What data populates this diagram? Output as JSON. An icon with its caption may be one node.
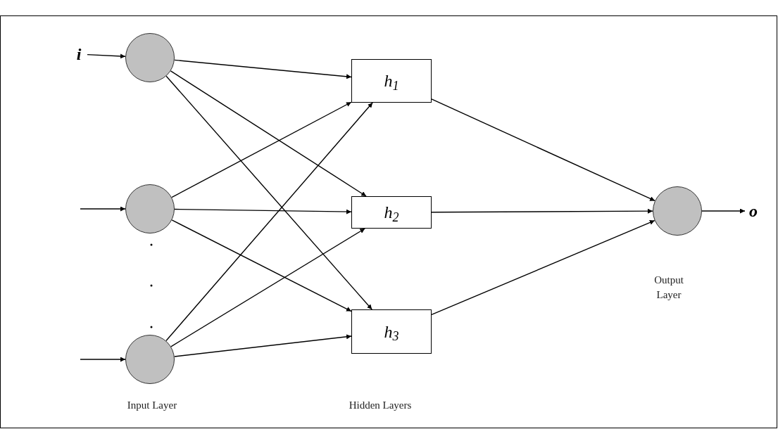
{
  "diagram": {
    "nodes": [
      {
        "text": [
          "i"
        ]
      },
      {
        "text": [],
        "shape": "circle"
      },
      {
        "text": [],
        "shape": "circle"
      },
      {
        "text": [],
        "shape": "circle"
      },
      {
        "text": [
          "h$_{1}$"
        ]
      },
      {
        "text": [
          "h$_{2}$"
        ]
      },
      {
        "text": [
          "h$_{3}$"
        ]
      },
      {
        "text": [],
        "shape": "circle"
      },
      {
        "text": [
          "o"
        ]
      }
    ],
    "edges": [
      {
        "from": 0,
        "to": 1,
        "arrow": "to"
      },
      {
        "from": null,
        "to": 2,
        "arrow": "to"
      },
      {
        "from": null,
        "to": 3,
        "arrow": "to"
      },
      {
        "from": 1,
        "to": 4,
        "arrow": "to"
      },
      {
        "from": 1,
        "to": 5,
        "arrow": "to"
      },
      {
        "from": 1,
        "to": 6,
        "arrow": "to"
      },
      {
        "from": 2,
        "to": 4,
        "arrow": "to"
      },
      {
        "from": 2,
        "to": 5,
        "arrow": "to"
      },
      {
        "from": 2,
        "to": 6,
        "arrow": "to"
      },
      {
        "from": 3,
        "to": 4,
        "arrow": "to"
      },
      {
        "from": 3,
        "to": 5,
        "arrow": "to"
      },
      {
        "from": 3,
        "to": 6,
        "arrow": "to"
      },
      {
        "from": 4,
        "to": 7,
        "arrow": "to"
      },
      {
        "from": 5,
        "to": 7,
        "arrow": "to"
      },
      {
        "from": 6,
        "to": 7,
        "arrow": "to"
      },
      {
        "from": 7,
        "to": 8,
        "arrow": "to"
      }
    ],
    "labels": [
      "Input Layer",
      "Hidden Layers",
      "Output Layer"
    ]
  }
}
